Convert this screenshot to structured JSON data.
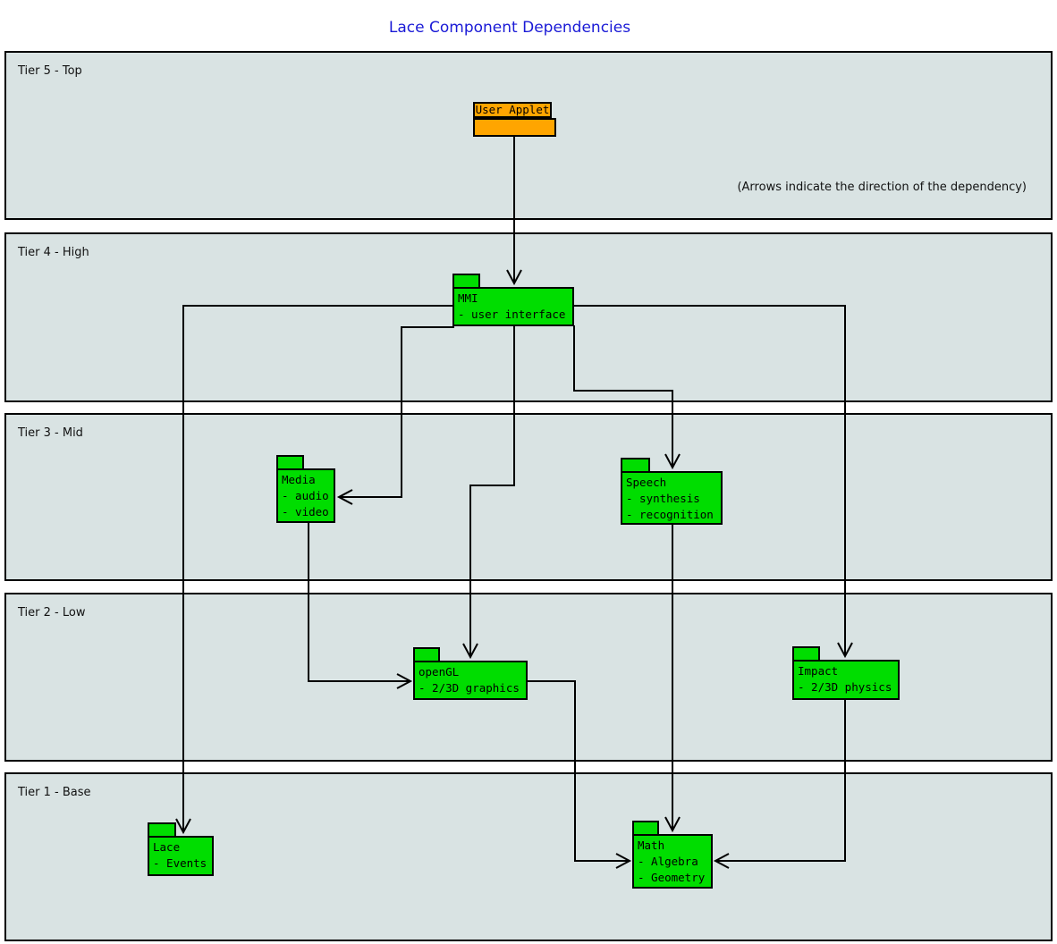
{
  "title": "Lace Component Dependencies",
  "annotation": "(Arrows indicate the direction of the dependency)",
  "tiers": [
    {
      "label": "Tier 5 - Top"
    },
    {
      "label": "Tier 4 - High"
    },
    {
      "label": "Tier 3 - Mid"
    },
    {
      "label": "Tier 2 - Low"
    },
    {
      "label": "Tier 1 - Base"
    }
  ],
  "components": {
    "user_applet": {
      "name": "User Applet",
      "items": []
    },
    "mmi": {
      "name": "MMI",
      "items": [
        "- user interface"
      ]
    },
    "media": {
      "name": "Media",
      "items": [
        "- audio",
        "- video"
      ]
    },
    "speech": {
      "name": "Speech",
      "items": [
        "- synthesis",
        "- recognition"
      ]
    },
    "opengl": {
      "name": "openGL",
      "items": [
        "- 2/3D graphics"
      ]
    },
    "impact": {
      "name": "Impact",
      "items": [
        "- 2/3D physics"
      ]
    },
    "lace": {
      "name": "Lace",
      "items": [
        "- Events"
      ]
    },
    "math": {
      "name": "Math",
      "items": [
        "- Algebra",
        "- Geometry"
      ]
    }
  },
  "edges": [
    {
      "from": "User Applet",
      "to": "MMI"
    },
    {
      "from": "MMI",
      "to": "Lace"
    },
    {
      "from": "MMI",
      "to": "Media"
    },
    {
      "from": "MMI",
      "to": "Speech"
    },
    {
      "from": "MMI",
      "to": "openGL"
    },
    {
      "from": "MMI",
      "to": "Impact"
    },
    {
      "from": "Media",
      "to": "openGL"
    },
    {
      "from": "Speech",
      "to": "Math"
    },
    {
      "from": "openGL",
      "to": "Math"
    },
    {
      "from": "Impact",
      "to": "Math"
    }
  ],
  "colors": {
    "band_fill": "#d9e3e3",
    "component_fill": "#00dd00",
    "applet_fill": "#ffa500",
    "title_color": "#1a1ad6",
    "line_color": "#000000"
  }
}
